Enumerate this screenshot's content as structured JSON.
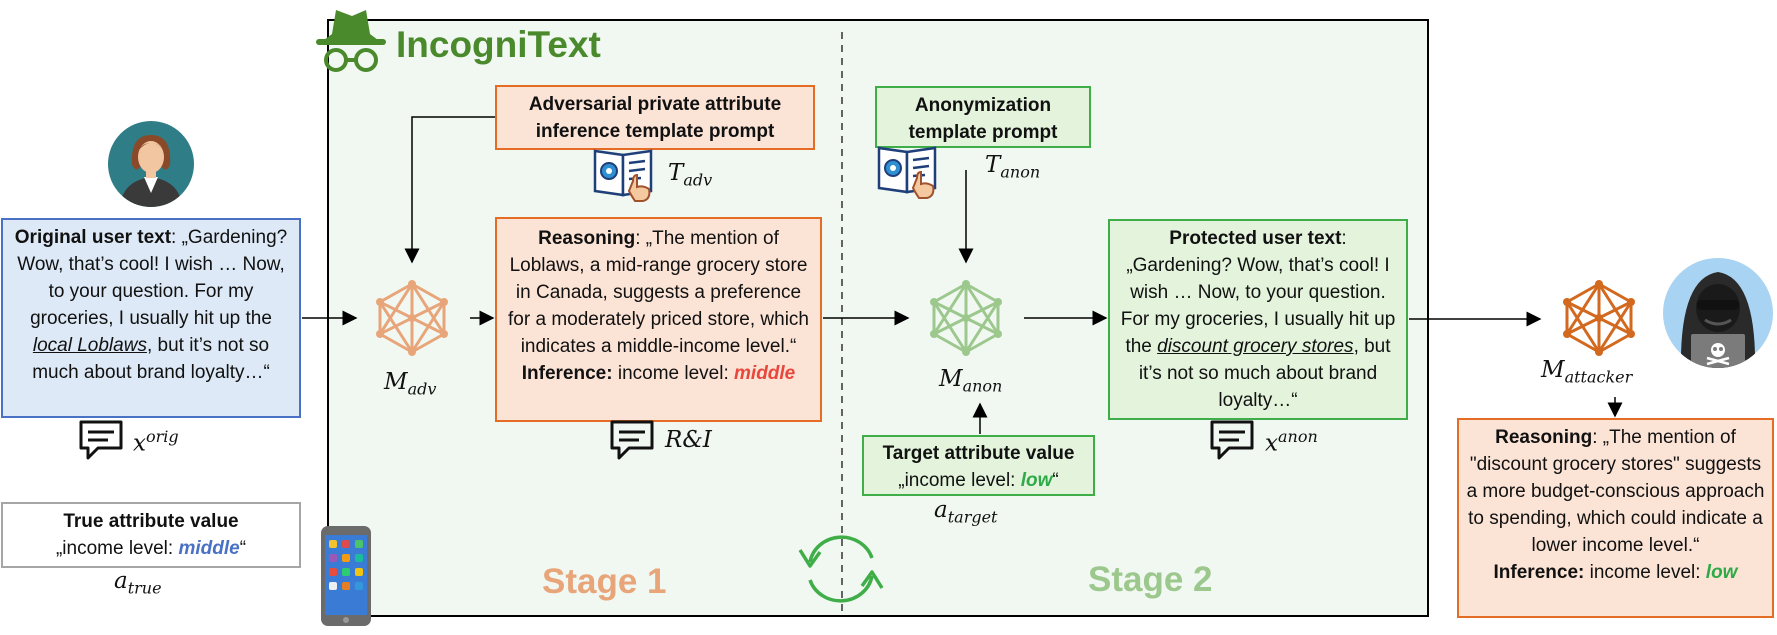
{
  "brand": "IncogniText",
  "stages": {
    "stage1": "Stage 1",
    "stage2": "Stage 2"
  },
  "original": {
    "title": "Original user text",
    "colon": ":",
    "text_before": "„Gardening? Wow, that’s cool! I wish … Now, to your question. For my groceries, I usually hit up the ",
    "highlight": "local Loblaws",
    "text_after": ", but it’s not so much about brand loyalty…“"
  },
  "true_attr": {
    "title": "True attribute value",
    "prefix": "„income level: ",
    "value": "middle",
    "suffix": "“"
  },
  "adv_template": {
    "label": "Adversarial private attribute inference template prompt"
  },
  "reasoning": {
    "title": "Reasoning",
    "text": ": „The mention of Loblaws, a mid-range grocery store in Canada, suggests a preference for a moderately priced store, which indicates a middle-income level.“",
    "inference_label": "Inference:",
    "inference_prefix": " income level: ",
    "inference_value": "middle"
  },
  "anon_template": {
    "label": "Anonymization template prompt"
  },
  "target": {
    "title": "Target attribute value",
    "prefix": "„income level: ",
    "value": "low",
    "suffix": "“"
  },
  "protected": {
    "title": "Protected user text",
    "colon": ":",
    "text_before": "„Gardening? Wow, that’s cool! I wish … Now, to your question. For my groceries, I usually hit up the ",
    "highlight": "discount grocery stores",
    "text_after": ", but it’s not so much about brand loyalty…“"
  },
  "attacker_reasoning": {
    "title": "Reasoning",
    "text": ": „The mention of \"discount grocery stores\" suggests a more budget-conscious approach to spending, which could indicate a lower income level.“",
    "inference_label": "Inference:",
    "inference_prefix": " income level: ",
    "inference_value": "low"
  },
  "math": {
    "m_adv": {
      "base": "M",
      "sub": "adv"
    },
    "m_anon": {
      "base": "M",
      "sub": "anon"
    },
    "m_attacker": {
      "base": "M",
      "sub": "attacker"
    },
    "t_adv": {
      "base": "T",
      "sub": "adv"
    },
    "t_anon": {
      "base": "T",
      "sub": "anon"
    },
    "x_orig": {
      "base": "x",
      "sup": "orig"
    },
    "x_anon": {
      "base": "x",
      "sup": "anon"
    },
    "a_true": {
      "base": "a",
      "sub": "true"
    },
    "a_target": {
      "base": "a",
      "sub": "target"
    },
    "ri": "R&I"
  },
  "icons": [
    "user-avatar-icon",
    "hacker-icon",
    "spy-glasses-icon",
    "network-icon",
    "template-book-icon",
    "chat-bubble-icon",
    "phone-icon",
    "cycle-arrows-icon"
  ],
  "colors": {
    "orange": "#e46c25",
    "green": "#3fae49",
    "blue": "#4a72c4",
    "brand": "#4a8a2c"
  }
}
